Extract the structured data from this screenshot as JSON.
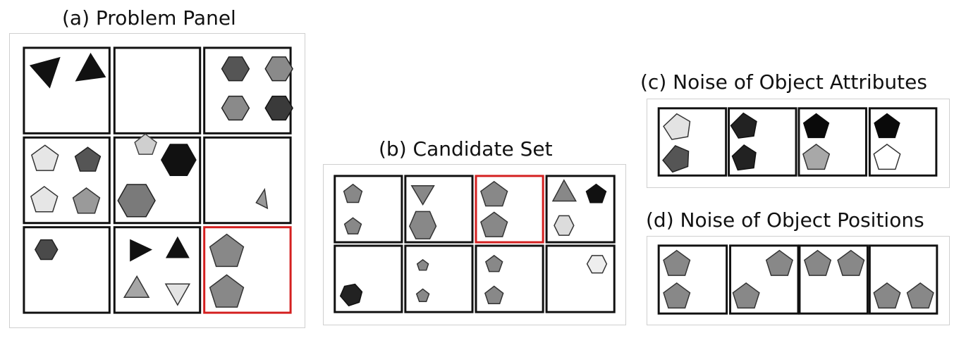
{
  "panels": {
    "problem": {
      "title": "(a) Problem Panel"
    },
    "candidates": {
      "title": "(b) Candidate Set"
    },
    "attributes": {
      "title": "(c) Noise of Object Attributes"
    },
    "positions": {
      "title": "(d) Noise of Object Positions"
    }
  },
  "colors": {
    "black": "#111111",
    "darkgray": "#545454",
    "gray": "#8a8a8a",
    "lightgray": "#c9c9c9",
    "verylight": "#e6e6e6",
    "white": "#ffffff",
    "answer_border": "#d42020"
  }
}
